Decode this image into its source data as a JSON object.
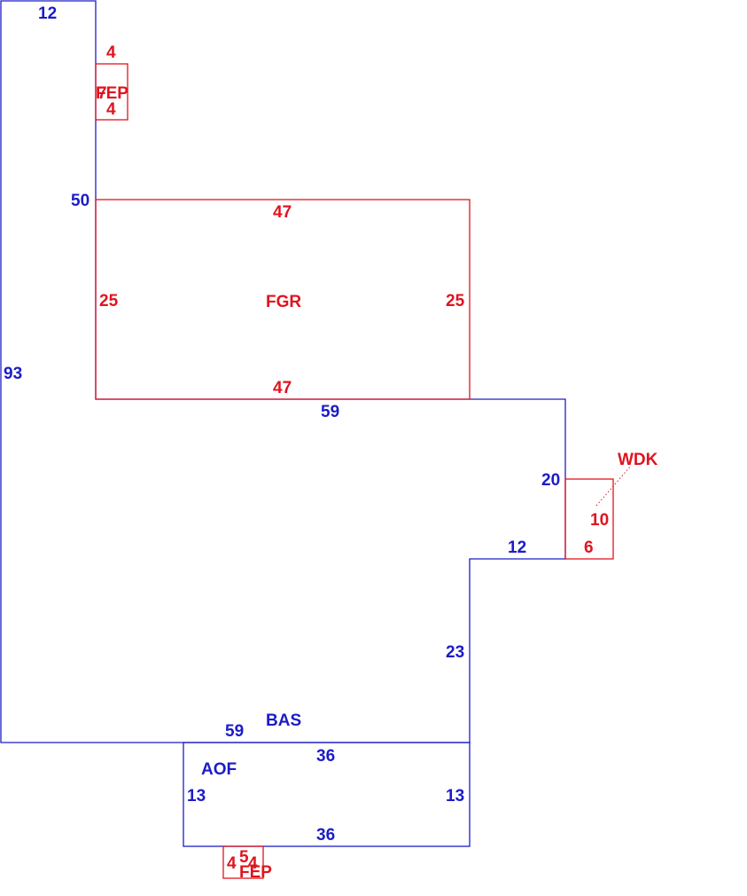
{
  "colors": {
    "main_area": "#1c1cc8",
    "secondary_area": "#e0141e"
  },
  "areas": {
    "bas": {
      "code": "BAS",
      "dims": {
        "top": "12",
        "left": "93",
        "upper_right": "50",
        "mid_top": "59",
        "right_step": "20",
        "step": "12",
        "right_lower": "23",
        "bottom": "59"
      }
    },
    "fgr": {
      "code": "FGR",
      "dims": {
        "top": "47",
        "bottom": "47",
        "left": "25",
        "right": "25"
      }
    },
    "fep_top": {
      "code": "FEP",
      "overlap_text": "7",
      "dims": {
        "top": "4",
        "bottom": "4"
      }
    },
    "wdk": {
      "code": "WDK",
      "dims": {
        "side": "10",
        "bottom": "6"
      }
    },
    "aof": {
      "code": "AOF",
      "dims": {
        "top": "36",
        "bottom": "36",
        "left": "13",
        "right": "13"
      }
    },
    "fep_bottom": {
      "code": "FEP",
      "dims": {
        "left": "4",
        "top": "5",
        "right": "4"
      }
    }
  }
}
